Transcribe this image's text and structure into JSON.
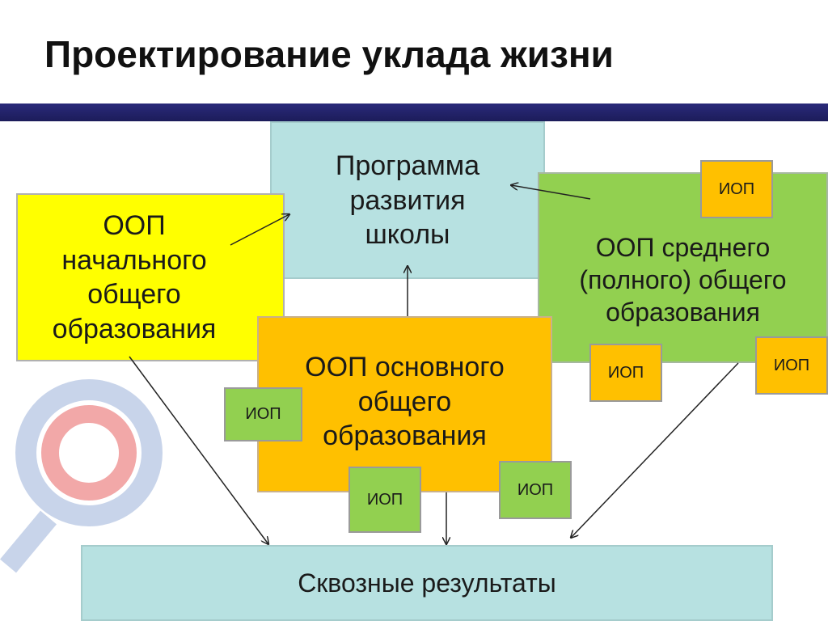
{
  "title": "Проектирование уклада жизни",
  "boxes": {
    "program": "Программа развития школы",
    "primary": "ООП начального общего образования",
    "secondary_full": "ООП среднего (полного) общего образования",
    "basic": "ООП основного общего образования",
    "results": "Сквозные результаты"
  },
  "iop_label": "ИОП",
  "colors": {
    "band": "#1c1c5a",
    "yellow": "#ffff00",
    "light_blue": "#b7e1e1",
    "green": "#92d050",
    "orange": "#ffc000"
  }
}
